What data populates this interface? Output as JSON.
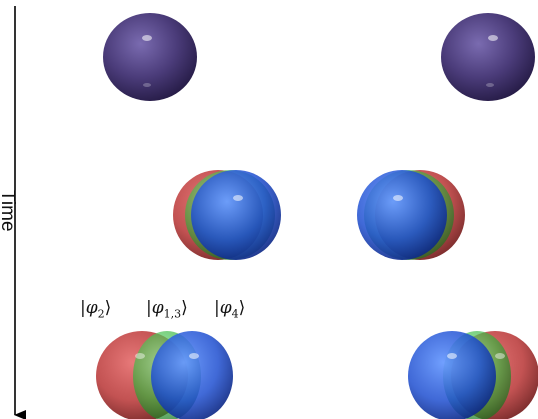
{
  "axis": {
    "label": "Time"
  },
  "colors": {
    "purple": "#4b3c7a",
    "red": "#c23a3a",
    "green": "#3fbf48",
    "blue": "#1f4fd0"
  },
  "labels": {
    "phi2": {
      "open": "|",
      "symbol": "φ",
      "sub": "2",
      "close": "⟩"
    },
    "phi13": {
      "open": "|",
      "symbol": "φ",
      "sub": "1,3",
      "close": "⟩"
    },
    "phi4": {
      "open": "|",
      "symbol": "φ",
      "sub": "4",
      "close": "⟩"
    }
  }
}
